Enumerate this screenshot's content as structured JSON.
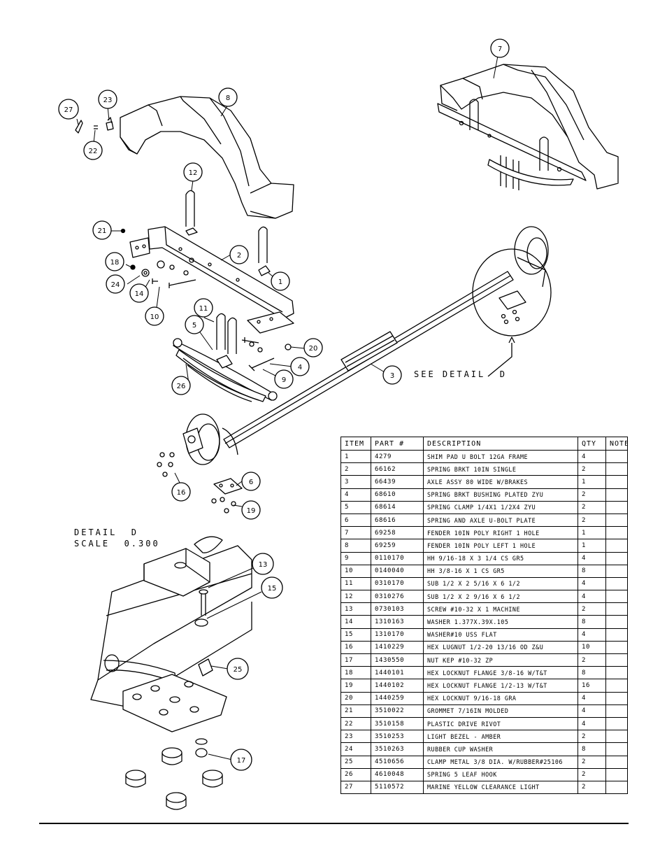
{
  "callouts": [
    "1",
    "2",
    "3",
    "4",
    "5",
    "6",
    "7",
    "8",
    "9",
    "10",
    "11",
    "12",
    "13",
    "14",
    "15",
    "16",
    "17",
    "18",
    "19",
    "20",
    "21",
    "22",
    "23",
    "24",
    "25",
    "26",
    "27"
  ],
  "detail": {
    "title": "DETAIL  D",
    "scale": "SCALE  0.300",
    "see_label": "SEE DETAIL  D"
  },
  "bom": {
    "headers": {
      "item": "ITEM",
      "part": "PART #",
      "description": "DESCRIPTION",
      "qty": "QTY",
      "note": "NOTE"
    },
    "rows": [
      {
        "item": "1",
        "part": "4279",
        "description": "SHIM PAD   U BOLT 12GA FRAME",
        "qty": "4",
        "note": ""
      },
      {
        "item": "2",
        "part": "66162",
        "description": "SPRING BRKT  10IN SINGLE",
        "qty": "2",
        "note": ""
      },
      {
        "item": "3",
        "part": "66439",
        "description": "AXLE ASSY 80 WIDE W/BRAKES",
        "qty": "1",
        "note": ""
      },
      {
        "item": "4",
        "part": "68610",
        "description": "SPRING BRKT BUSHING PLATED ZYU",
        "qty": "2",
        "note": ""
      },
      {
        "item": "5",
        "part": "68614",
        "description": "SPRING CLAMP   1/4X1 1/2X4  ZYU",
        "qty": "2",
        "note": ""
      },
      {
        "item": "6",
        "part": "68616",
        "description": "SPRING AND AXLE U-BOLT PLATE",
        "qty": "2",
        "note": ""
      },
      {
        "item": "7",
        "part": "69258",
        "description": "FENDER  10IN POLY RIGHT 1 HOLE",
        "qty": "1",
        "note": ""
      },
      {
        "item": "8",
        "part": "69259",
        "description": "FENDER  10IN POLY LEFT 1 HOLE",
        "qty": "1",
        "note": ""
      },
      {
        "item": "9",
        "part": "0110170",
        "description": "HH 9/16-18 X 3 1/4 CS GR5",
        "qty": "4",
        "note": ""
      },
      {
        "item": "10",
        "part": "0140040",
        "description": "HH 3/8-16 X 1 CS GR5",
        "qty": "8",
        "note": ""
      },
      {
        "item": "11",
        "part": "0310170",
        "description": "SUB 1/2 X 2 5/16 X 6 1/2",
        "qty": "4",
        "note": ""
      },
      {
        "item": "12",
        "part": "0310276",
        "description": "SUB 1/2 X 2 9/16 X 6 1/2",
        "qty": "4",
        "note": ""
      },
      {
        "item": "13",
        "part": "0730103",
        "description": "SCREW #10-32 X 1 MACHINE",
        "qty": "2",
        "note": ""
      },
      {
        "item": "14",
        "part": "1310163",
        "description": "WASHER 1.377X.39X.105",
        "qty": "8",
        "note": ""
      },
      {
        "item": "15",
        "part": "1310170",
        "description": "WASHER#10 USS FLAT",
        "qty": "4",
        "note": ""
      },
      {
        "item": "16",
        "part": "1410229",
        "description": "HEX LUGNUT 1/2-20 13/16 OD Z&U",
        "qty": "10",
        "note": ""
      },
      {
        "item": "17",
        "part": "1430550",
        "description": "NUT KEP #10-32 ZP",
        "qty": "2",
        "note": ""
      },
      {
        "item": "18",
        "part": "1440101",
        "description": "HEX LOCKNUT FLANGE 3/8-16 W/T&T",
        "qty": "8",
        "note": ""
      },
      {
        "item": "19",
        "part": "1440102",
        "description": "HEX LOCKNUT FLANGE 1/2-13 W/T&T",
        "qty": "16",
        "note": ""
      },
      {
        "item": "20",
        "part": "1440259",
        "description": "HEX LOCKNUT 9/16-18 GRA",
        "qty": "4",
        "note": ""
      },
      {
        "item": "21",
        "part": "3510022",
        "description": "GROMMET  7/16IN MOLDED",
        "qty": "4",
        "note": ""
      },
      {
        "item": "22",
        "part": "3510158",
        "description": "PLASTIC DRIVE RIVOT",
        "qty": "4",
        "note": ""
      },
      {
        "item": "23",
        "part": "3510253",
        "description": "LIGHT BEZEL - AMBER",
        "qty": "2",
        "note": ""
      },
      {
        "item": "24",
        "part": "3510263",
        "description": "RUBBER CUP WASHER",
        "qty": "8",
        "note": ""
      },
      {
        "item": "25",
        "part": "4510656",
        "description": "CLAMP METAL 3/8 DIA. W/RUBBER#25106",
        "qty": "2",
        "note": ""
      },
      {
        "item": "26",
        "part": "4610048",
        "description": "SPRING  5 LEAF HOOK",
        "qty": "2",
        "note": ""
      },
      {
        "item": "27",
        "part": "5110572",
        "description": "MARINE YELLOW CLEARANCE LIGHT",
        "qty": "2",
        "note": ""
      }
    ]
  }
}
